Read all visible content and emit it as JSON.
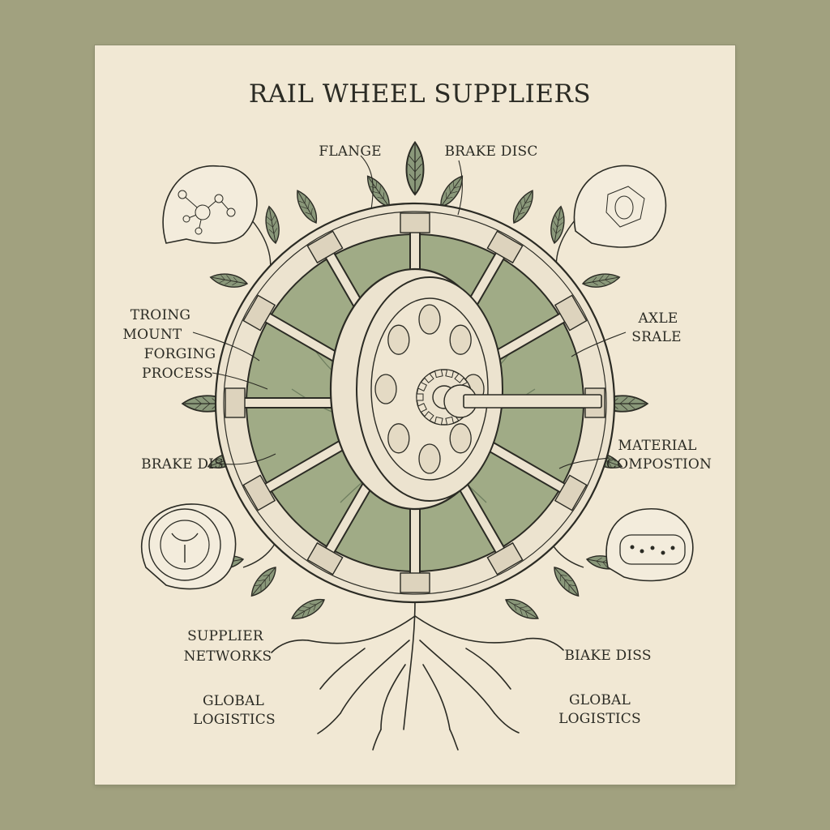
{
  "title": "RAIL WHEEL SUPPLIERS",
  "colors": {
    "background": "#a1a17f",
    "paper": "#f1e8d4",
    "ink": "#2b2b24",
    "leaf": "#8a987a",
    "leaf_dark": "#6f7f60",
    "disc": "#a0ab86",
    "wheel": "#ece3cf"
  },
  "labels": {
    "flange": "FLANGE",
    "brake_disc_top": "BRAKE DISC",
    "troing_mount": [
      "TROING",
      "MOUNT"
    ],
    "forging_process": [
      "FORGING",
      "PROCESS"
    ],
    "axle_srale": [
      "AXLE",
      "SRALE"
    ],
    "brake_dis_left": "BRAKE DIS",
    "material_composition": [
      "MATERIAL",
      "COMPOSTION"
    ],
    "supplier_networks": [
      "SUPPLIER",
      "NETWORKS"
    ],
    "blake_diss": "BIAKE DISS",
    "global_logistics_left": [
      "GLOBAL",
      "LOGISTICS"
    ],
    "global_logistics_right": [
      "GLOBAL",
      "LOGISTICS"
    ]
  },
  "icons": [
    "network-bubble-icon",
    "molecule-bubble-icon",
    "gear-ring-bubble-icon",
    "circuit-bubble-icon"
  ]
}
